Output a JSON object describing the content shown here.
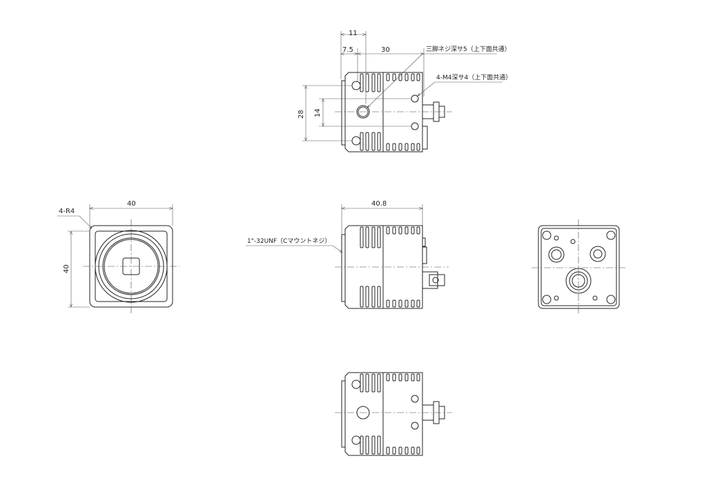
{
  "title": "Camera outline dimension drawing",
  "dimensions": {
    "top_11": "11",
    "top_7_5": "7.5",
    "top_30": "30",
    "top_28": "28",
    "top_14": "14",
    "front_width": "40",
    "front_height": "40",
    "front_radius": "4-R4",
    "side_length": "40.8"
  },
  "notes": {
    "tripod": "三脚ネジ深サ5（上下面共通）",
    "m4": "4-M4深サ4（上下面共通）",
    "mount": "1\"-32UNF（Cマウントネジ）"
  },
  "views": [
    "top-view",
    "front-view",
    "side-view",
    "rear-view",
    "bottom-view"
  ]
}
